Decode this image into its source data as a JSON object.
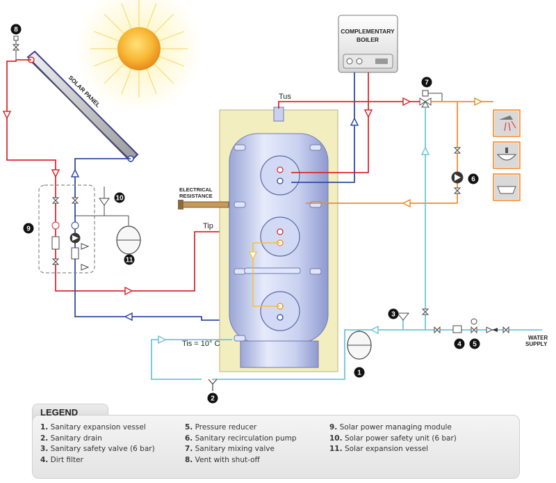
{
  "labels": {
    "solar_panel": "SOLAR PANEL",
    "boiler_line1": "COMPLEMENTARY",
    "boiler_line2": "BOILER",
    "tus": "Tus",
    "tip": "Tip",
    "tis": "Tis = 10° C",
    "electrical_line1": "ELECTRICAL",
    "electrical_line2": "RESISTANCE",
    "water_line1": "WATER",
    "water_line2": "SUPPLY"
  },
  "badges": [
    "1",
    "2",
    "3",
    "4",
    "5",
    "6",
    "7",
    "8",
    "9",
    "10",
    "11"
  ],
  "legend": {
    "title": "LEGEND",
    "items": [
      {
        "num": "1.",
        "text": "Sanitary expansion vessel"
      },
      {
        "num": "2.",
        "text": "Sanitary drain"
      },
      {
        "num": "3.",
        "text": "Sanitary safety valve (6 bar)"
      },
      {
        "num": "4.",
        "text": "Dirt filter"
      },
      {
        "num": "5.",
        "text": "Pressure reducer"
      },
      {
        "num": "6.",
        "text": "Sanitary recirculation pump"
      },
      {
        "num": "7.",
        "text": "Sanitary mixing valve"
      },
      {
        "num": "8.",
        "text": "Vent with shut-off"
      },
      {
        "num": "9.",
        "text": "Solar power managing module"
      },
      {
        "num": "10.",
        "text": "Solar power safety unit (6 bar)"
      },
      {
        "num": "11.",
        "text": "Solar expansion vessel"
      }
    ]
  },
  "colors": {
    "hot_pipe": "#d9282f",
    "cold_pipe": "#2f4aa0",
    "sanitary_cold": "#6cc6d8",
    "recirculation": "#f08a2c",
    "tank": "#c9d2ef",
    "insulation": "#f3eec0",
    "sun": "#f5a623"
  }
}
